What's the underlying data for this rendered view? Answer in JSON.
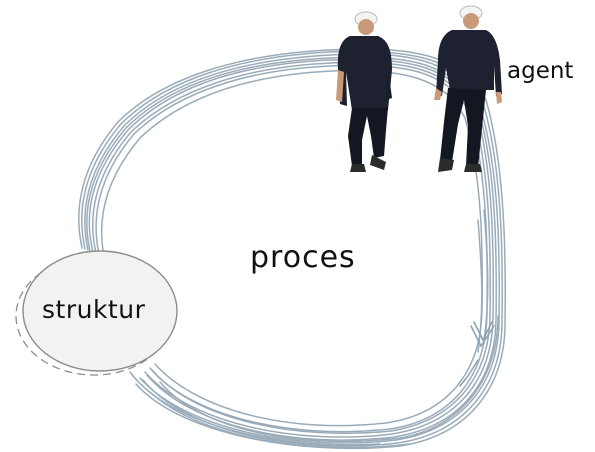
{
  "labels": {
    "process": "proces",
    "structure": "struktur",
    "agent": "agent"
  },
  "colors": {
    "cycle_stroke": "#8ea3b2",
    "ellipse_fill": "#f2f2f2",
    "ellipse_stroke": "#8d8d8d",
    "person_shirt": "#1e2230",
    "person_pants": "#131722",
    "person_skin": "#c99a7a",
    "helmet": "#f4f4f4"
  },
  "icons": {
    "agents": "two-walking-workers-icon",
    "direction": "arrowhead-icon"
  }
}
